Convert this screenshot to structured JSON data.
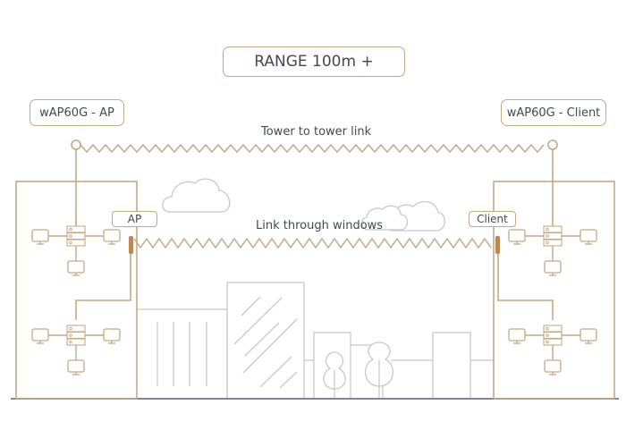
{
  "title": "RANGE 100m +",
  "devices": {
    "left": "wAP60G - AP",
    "right": "wAP60G - Client"
  },
  "links": {
    "tower": "Tower to tower link",
    "windows": "Link through windows"
  },
  "window_units": {
    "left": "AP",
    "right": "Client"
  },
  "colors": {
    "line": "#c2a983",
    "antenna": "#b98a55",
    "city": "#c8c8c8",
    "text": "#3f4a52",
    "ground": "#7b8a92"
  }
}
